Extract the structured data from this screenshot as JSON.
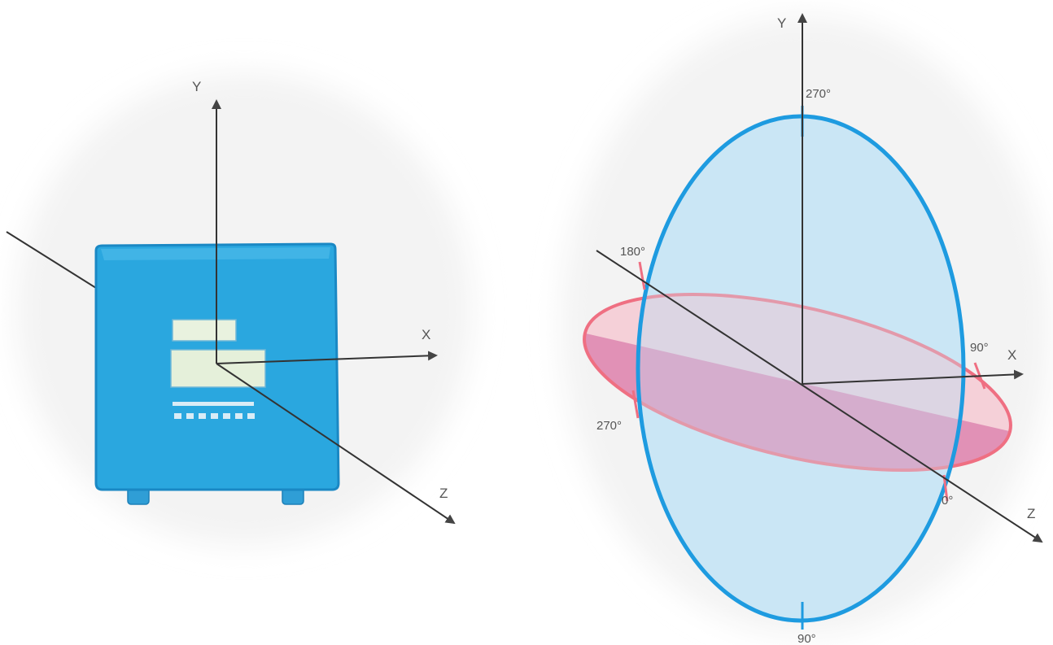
{
  "left_diagram": {
    "axes": {
      "x": "X",
      "y": "Y",
      "z": "Z"
    }
  },
  "right_diagram": {
    "axes": {
      "x": "X",
      "y": "Y",
      "z": "Z"
    },
    "vertical_ring": {
      "top": "270°",
      "bottom": "90°"
    },
    "horizontal_ring": {
      "back_left": "180°",
      "right": "90°",
      "left": "270°",
      "front": "0°"
    }
  },
  "colors": {
    "device_blue": "#2aa7df",
    "ring_blue": "#1e9be0",
    "ring_pink": "#ee6a7c",
    "axis_gray": "#444444"
  }
}
